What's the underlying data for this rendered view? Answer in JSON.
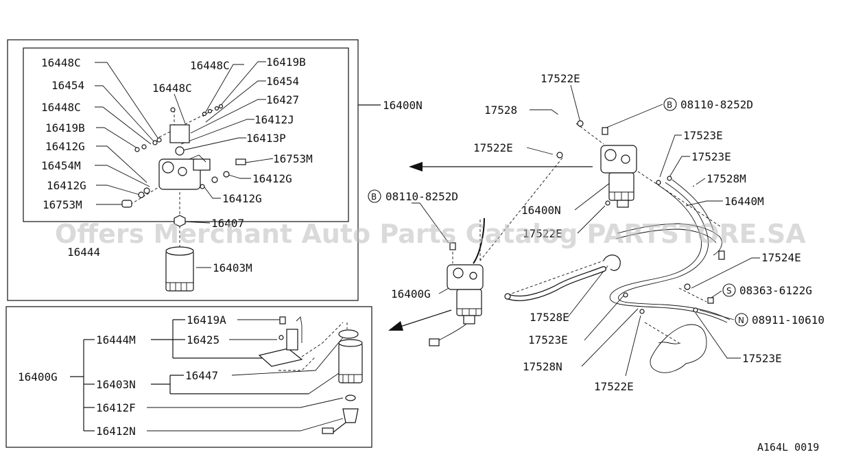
{
  "watermark": "Offers Merchant Auto Parts Catalog PARTSTORE.SA",
  "figure_code": "A164L 0019",
  "top_box": {
    "labels": {
      "l16448C_a": "16448C",
      "l16454_a": "16454",
      "l16448C_b": "16448C",
      "l16419B_a": "16419B",
      "l16412G_a": "16412G",
      "l16454M": "16454M",
      "l16412G_b": "16412G",
      "l16753M_a": "16753M",
      "l16448C_c": "16448C",
      "l16448C_d": "16448C",
      "l16419B_b": "16419B",
      "l16454_b": "16454",
      "l16427": "16427",
      "l16412J": "16412J",
      "l16413P": "16413P",
      "l16753M_b": "16753M",
      "l16412G_c": "16412G",
      "l16412G_d": "16412G",
      "l16407": "16407",
      "l16444": "16444",
      "l16403M": "16403M",
      "l16400N_box": "16400N"
    }
  },
  "bottom_box": {
    "labels": {
      "l16400G_root": "16400G",
      "l16444M": "16444M",
      "l16419A": "16419A",
      "l16425": "16425",
      "l16403N": "16403N",
      "l16447": "16447",
      "l16412F": "16412F",
      "l16412N": "16412N"
    }
  },
  "main": {
    "labels": {
      "l17522E_a": "17522E",
      "l17528_a": "17528",
      "l17522E_b": "17522E",
      "l08110_a": "08110-8252D",
      "l17523E_a": "17523E",
      "l17523E_b": "17523E",
      "l17528M": "17528M",
      "l16440M": "16440M",
      "l16400N": "16400N",
      "l08110_b": "08110-8252D",
      "l17522E_c": "17522E",
      "l16400G": "16400G",
      "l17524E": "17524E",
      "l08363": "08363-6122G",
      "l08911": "08911-10610",
      "l17528E": "17528E",
      "l17523E_c": "17523E",
      "l17528N": "17528N",
      "l17522E_d": "17522E",
      "l17523E_d": "17523E"
    },
    "circle_letters": {
      "b1": "B",
      "b2": "B",
      "s": "S",
      "n": "N"
    }
  }
}
